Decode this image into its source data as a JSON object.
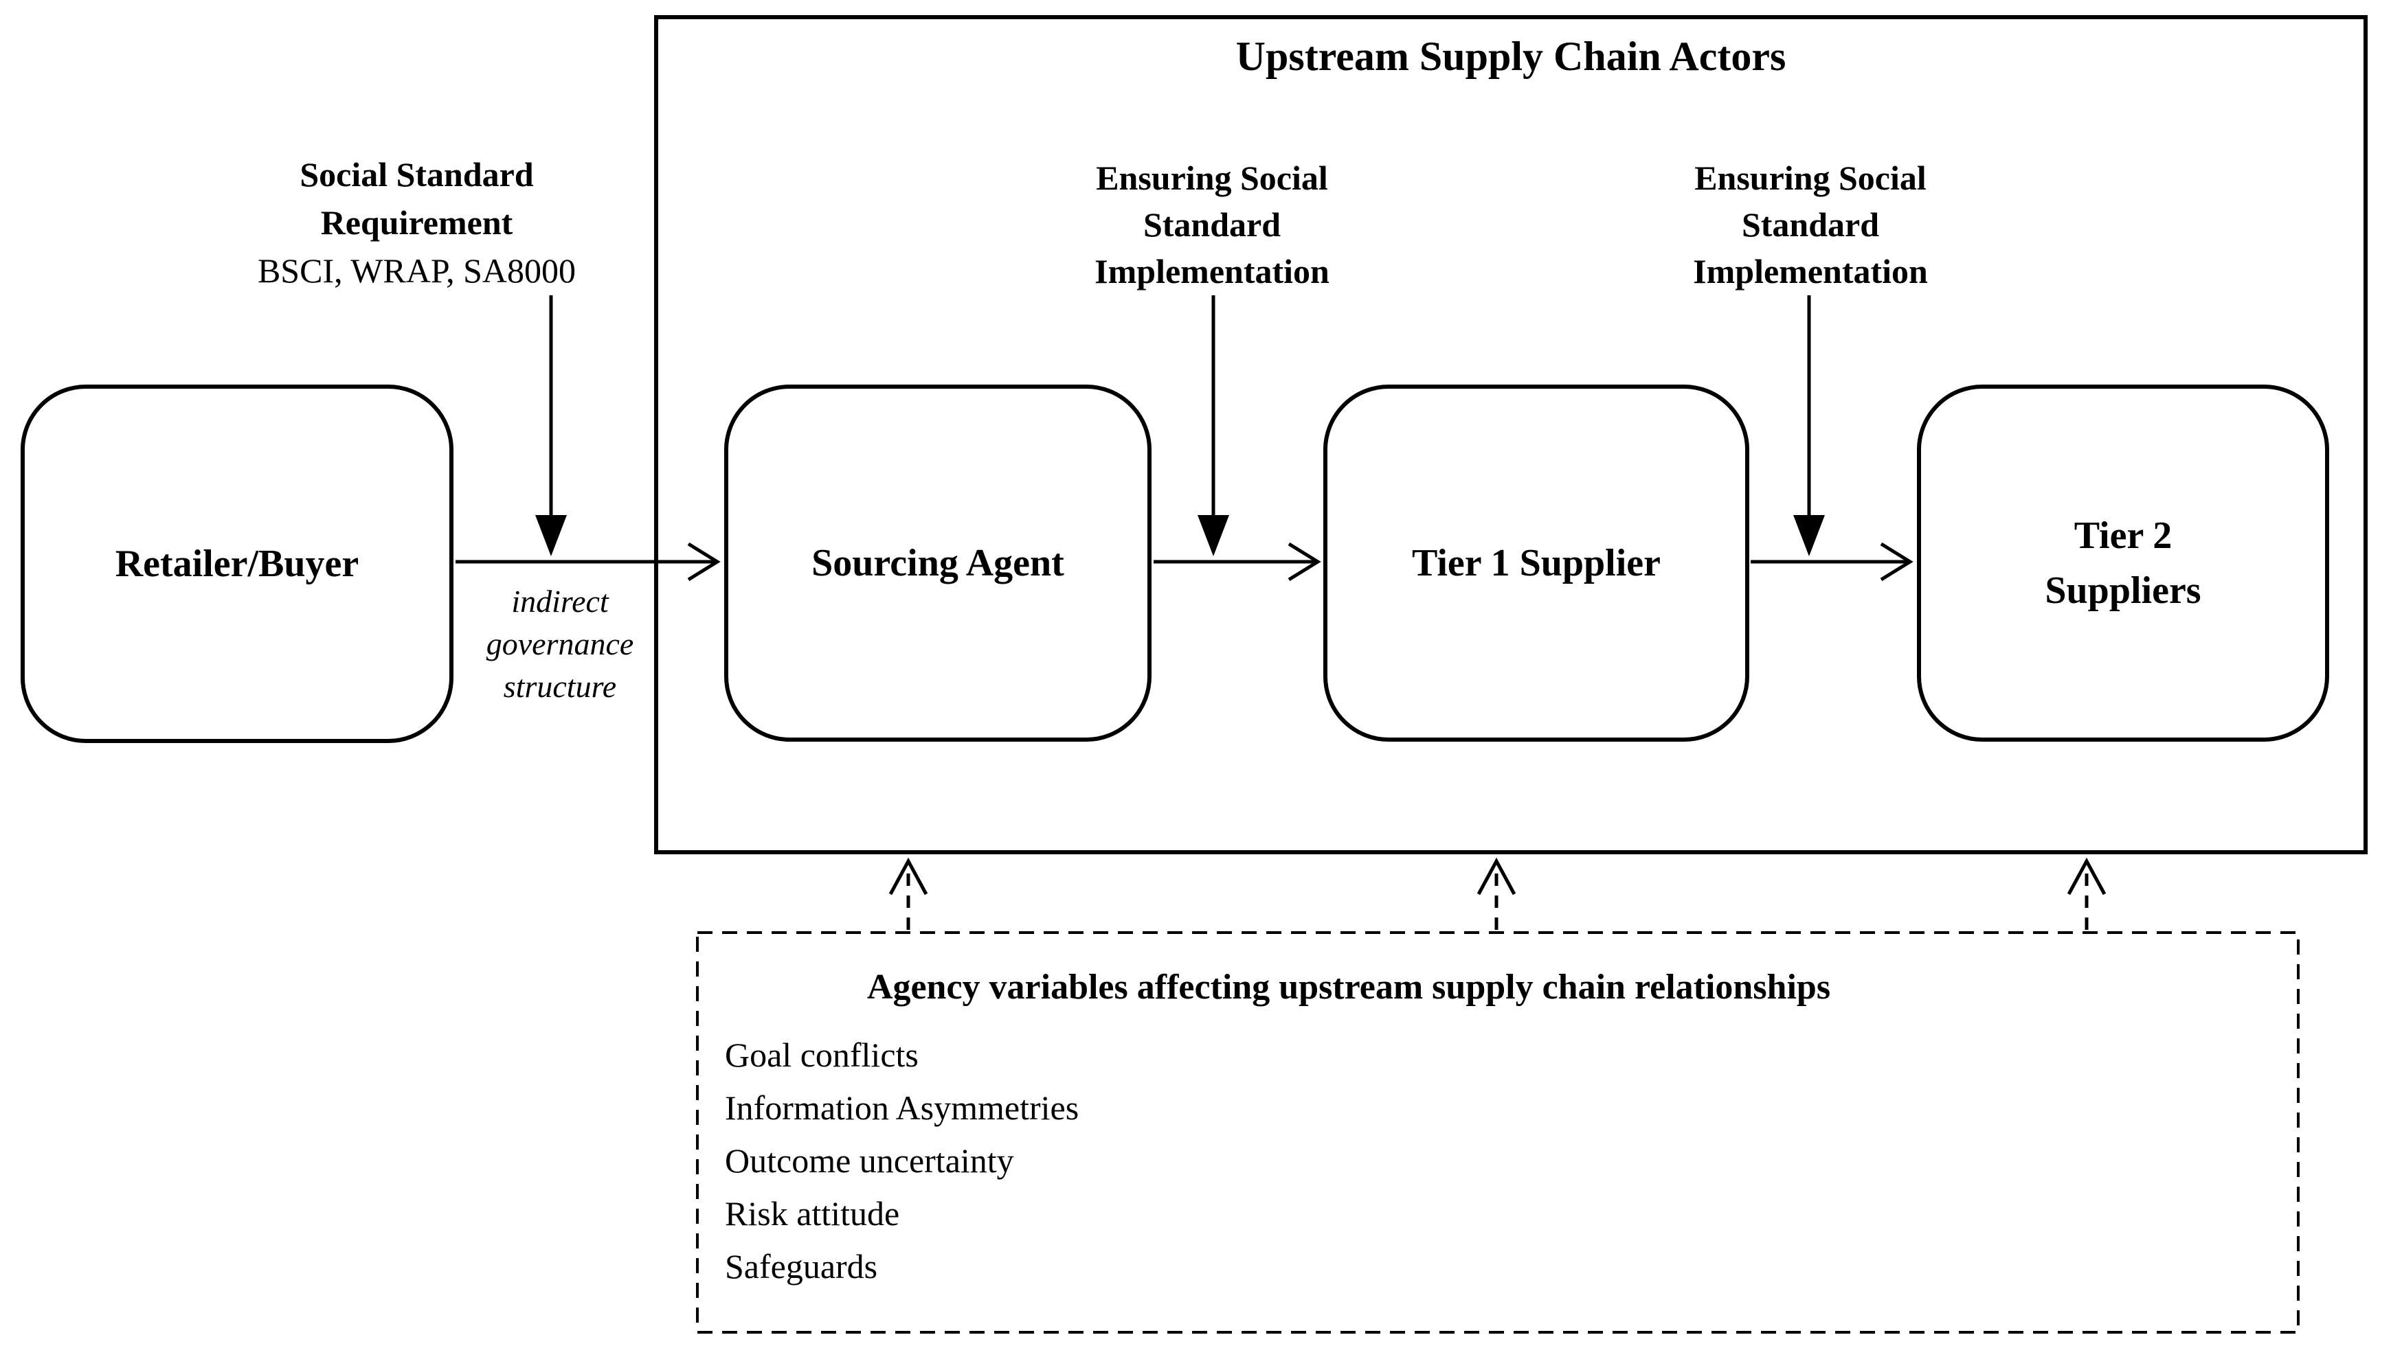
{
  "colors": {
    "line": "#000000",
    "gray_fill": "#c0c0c0",
    "background": "#ffffff"
  },
  "upstream_container": {
    "title": "Upstream Supply Chain Actors"
  },
  "social_standard": {
    "lines": [
      "Social Standard",
      "Requirement",
      "BSCI, WRAP, SA8000"
    ]
  },
  "ensuring_1": {
    "lines": [
      "Ensuring Social",
      "Standard",
      "Implementation"
    ]
  },
  "ensuring_2": {
    "lines": [
      "Ensuring Social",
      "Standard",
      "Implementation"
    ]
  },
  "governance_note": {
    "lines": [
      "indirect",
      "governance",
      "structure"
    ]
  },
  "nodes": {
    "retailer": {
      "label": "Retailer/Buyer"
    },
    "sourcing_agent": {
      "label": "Sourcing Agent"
    },
    "tier1": {
      "label": "Tier 1 Supplier"
    },
    "tier2": {
      "lines": [
        "Tier 2",
        "Suppliers"
      ]
    }
  },
  "agency": {
    "title": "Agency variables affecting upstream supply chain relationships",
    "items": [
      "Goal conflicts",
      "Information Asymmetries",
      "Outcome uncertainty",
      "Risk attitude",
      "Safeguards"
    ]
  }
}
